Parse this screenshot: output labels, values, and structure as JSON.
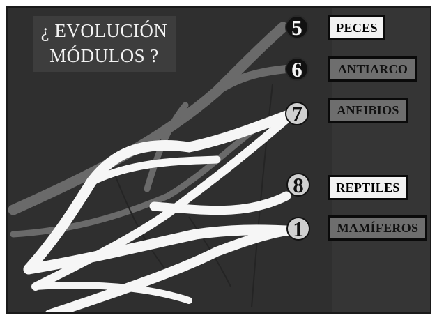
{
  "title": {
    "line1": "¿ EVOLUCIÓN",
    "line2": "MÓDULOS ?"
  },
  "groups": [
    {
      "number": "5",
      "label": "PECES",
      "badge_style": "dark",
      "label_style": "light"
    },
    {
      "number": "6",
      "label": "ANTIARCO",
      "badge_style": "dark",
      "label_style": "dark"
    },
    {
      "number": "7",
      "label": "ANFIBIOS",
      "badge_style": "light",
      "label_style": "dark"
    },
    {
      "number": "8",
      "label": "REPTILES",
      "badge_style": "light",
      "label_style": "light"
    },
    {
      "number": "1",
      "label": "MAMÍFEROS",
      "badge_style": "light",
      "label_style": "dark"
    }
  ],
  "colors": {
    "background": "#2f2f2f",
    "gray_branch": "#6a6a6a",
    "white_branch": "#f6f6f6",
    "title_box": "#3d3d3d"
  }
}
